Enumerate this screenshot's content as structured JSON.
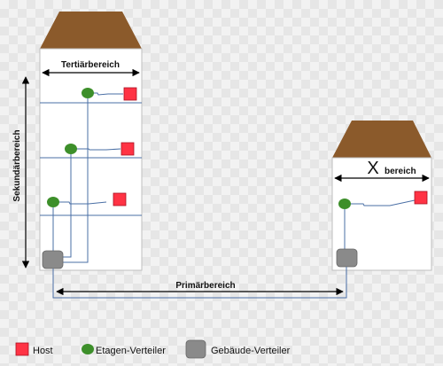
{
  "diagram": {
    "labels": {
      "tertiary": "Tertiärbereich",
      "secondary": "Sekundärbereich",
      "primary": "Primärbereich",
      "unknown_prefix": "X",
      "unknown_suffix": "bereich"
    },
    "legend": {
      "host": "Host",
      "floor_distributor": "Etagen-Verteiler",
      "building_distributor": "Gebäude-Verteiler"
    },
    "colors": {
      "roof": "#8b5a2b",
      "host": "#ff3344",
      "floor_distributor": "#3d8f2a",
      "building_distributor": "#8a8a8a",
      "building_wall": "#ffffff",
      "cable": "#4a6fa5"
    }
  }
}
